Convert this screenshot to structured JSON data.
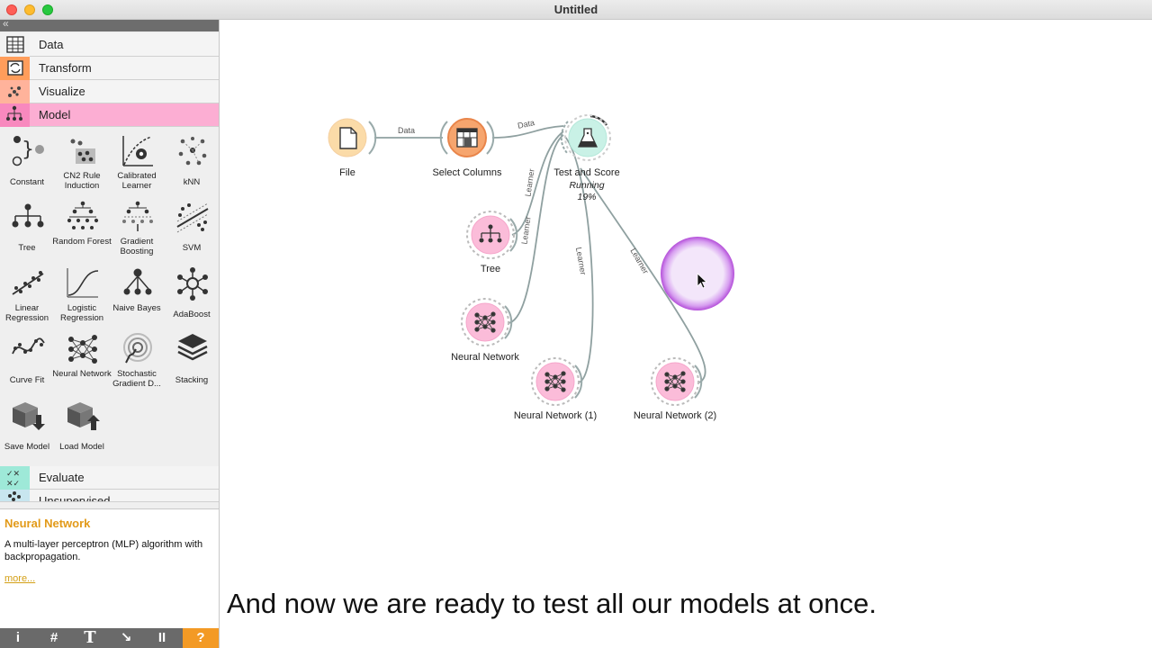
{
  "window": {
    "title": "Untitled"
  },
  "sidebar": {
    "categories": {
      "data": "Data",
      "transform": "Transform",
      "visualize": "Visualize",
      "model": "Model",
      "evaluate": "Evaluate",
      "unsupervised": "Unsupervised"
    },
    "widgets": [
      {
        "label": "Constant"
      },
      {
        "label": "CN2 Rule Induction"
      },
      {
        "label": "Calibrated Learner"
      },
      {
        "label": "kNN"
      },
      {
        "label": "Tree"
      },
      {
        "label": "Random Forest"
      },
      {
        "label": "Gradient Boosting"
      },
      {
        "label": "SVM"
      },
      {
        "label": "Linear Regression"
      },
      {
        "label": "Logistic Regression"
      },
      {
        "label": "Naive Bayes"
      },
      {
        "label": "AdaBoost"
      },
      {
        "label": "Curve Fit"
      },
      {
        "label": "Neural Network"
      },
      {
        "label": "Stochastic Gradient D..."
      },
      {
        "label": "Stacking"
      },
      {
        "label": "Save Model"
      },
      {
        "label": "Load Model"
      }
    ]
  },
  "help": {
    "title": "Neural Network",
    "description": "A multi-layer perceptron (MLP) algorithm with backpropagation.",
    "more": "more..."
  },
  "toolbar": {
    "info": "i",
    "grid": "#",
    "text": "T",
    "arrow": "↘",
    "pause": "II",
    "help": "?"
  },
  "canvas": {
    "nodes": {
      "file": "File",
      "select_columns": "Select Columns",
      "test_score": "Test and Score",
      "tree": "Tree",
      "nn": "Neural Network",
      "nn1": "Neural Network (1)",
      "nn2": "Neural Network (2)"
    },
    "status": {
      "state": "Running",
      "progress": "19%"
    },
    "links": {
      "file_select": "Data",
      "select_test": "Data",
      "learner": "Learner"
    }
  },
  "subtitle": "And now we are ready to test all our models at once."
}
